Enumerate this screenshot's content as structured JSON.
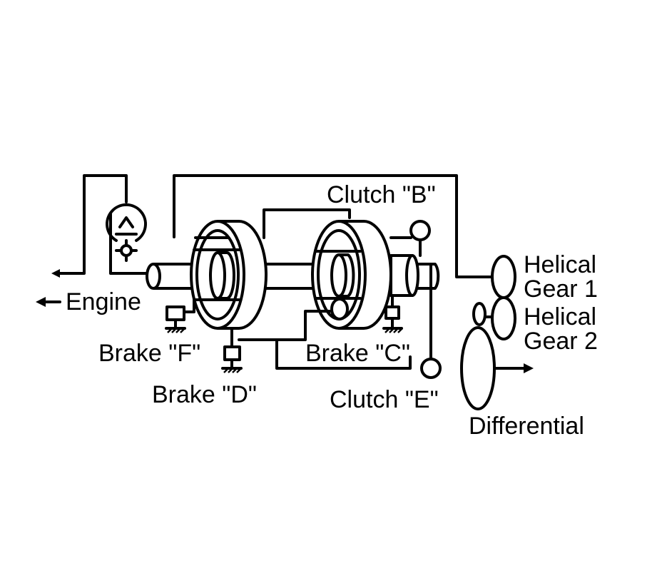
{
  "labels": {
    "engine": "Engine",
    "clutch_b": "Clutch \"B\"",
    "brake_f": "Brake \"F\"",
    "brake_d": "Brake \"D\"",
    "brake_c": "Brake \"C\"",
    "clutch_e": "Clutch \"E\"",
    "helical_gear_1_line1": "Helical",
    "helical_gear_1_line2": "Gear 1",
    "helical_gear_2_line1": "Helical",
    "helical_gear_2_line2": "Gear 2",
    "differential": "Differential"
  },
  "colors": {
    "line": "#000000",
    "background": "#ffffff"
  },
  "icons": [
    "torque-converter-icon",
    "ground-hatch-icon",
    "arrow-left-icon",
    "arrow-right-icon"
  ]
}
